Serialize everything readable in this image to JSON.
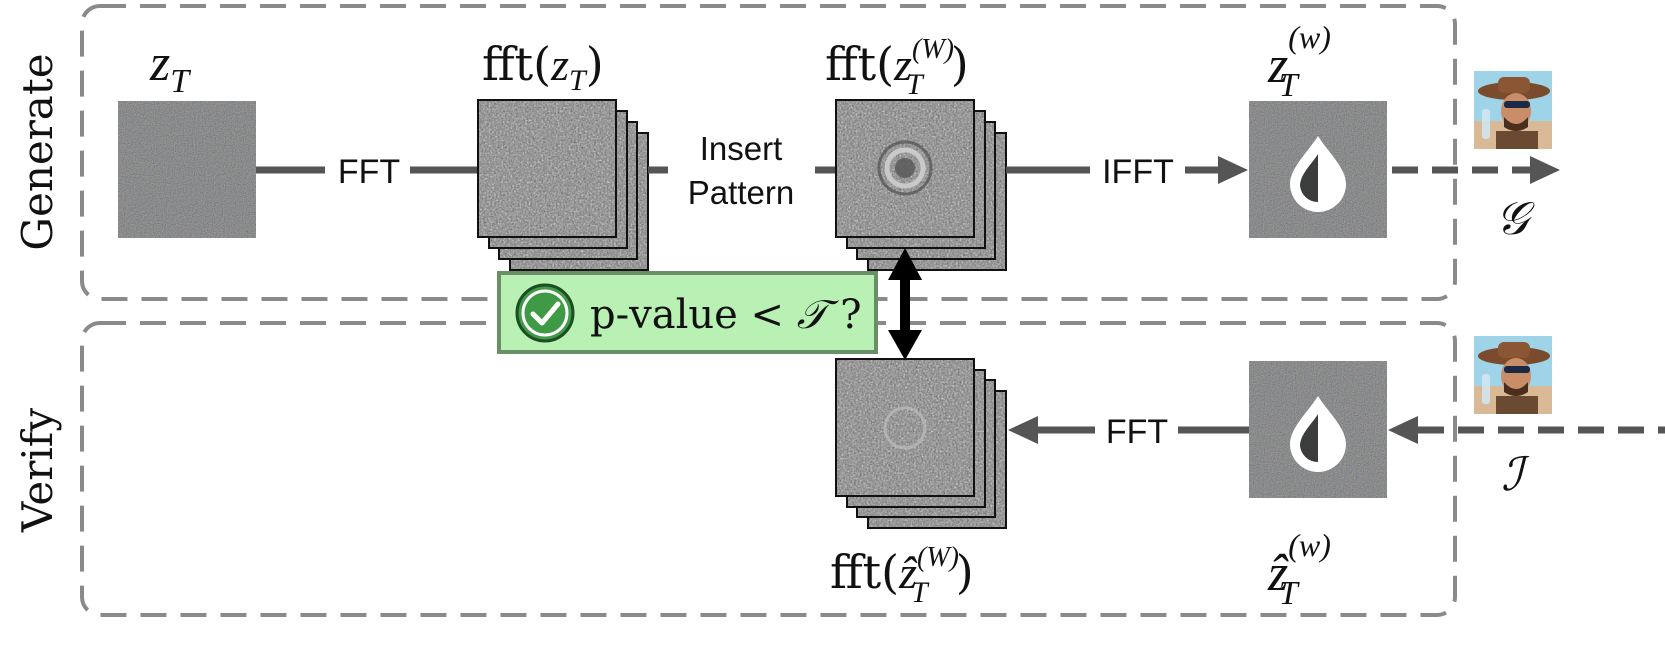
{
  "sections": {
    "generate_label": "Generate",
    "verify_label": "Verify"
  },
  "generate": {
    "zt_label": "z",
    "zt_sub": "T",
    "fft_op": "FFT",
    "fft_zt_prefix": "fft(",
    "fft_zt_var": "z",
    "fft_zt_sub": "T",
    "fft_zt_suffix": ")",
    "insert_line1": "Insert",
    "insert_line2": "Pattern",
    "fft_ztW_prefix": "fft(",
    "fft_ztW_var": "z",
    "fft_ztW_sup": "(W)",
    "fft_ztW_sub": "T",
    "fft_ztW_suffix": ")",
    "ifft_op": "IFFT",
    "ztw_var": "z",
    "ztw_sup": "(w)",
    "ztw_sub": "T",
    "output_symbol": "𝒢"
  },
  "verify": {
    "check_text": "p-value < ",
    "check_symbol": "𝒯",
    "check_question": " ?",
    "fft_op": "FFT",
    "fft_hat_prefix": "fft(",
    "fft_hat_var": "ẑ",
    "fft_hat_sup": "(W)",
    "fft_hat_sub": "T",
    "fft_hat_suffix": ")",
    "zhat_var": "ẑ",
    "zhat_sup": "(w)",
    "zhat_sub": "T",
    "input_symbol": "ℐ"
  },
  "colors": {
    "dash_border": "#8a8a8a",
    "line": "#555555",
    "check_bg": "#b9f0b4",
    "check_border": "#6a8f66",
    "check_icon": "#3f9a46"
  },
  "icons": [
    "watermark-drop-icon",
    "checkmark-circle-icon",
    "cowboy-photo-icon"
  ]
}
